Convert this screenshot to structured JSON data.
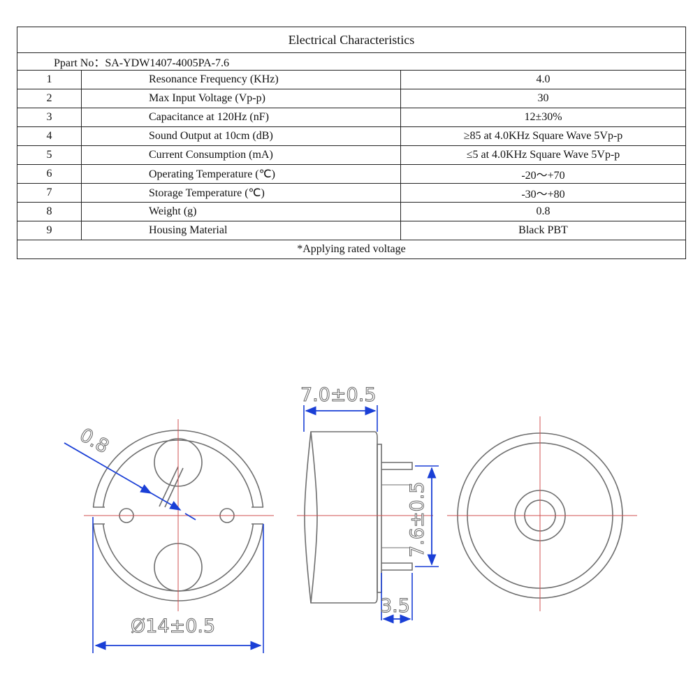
{
  "table": {
    "title": "Electrical Characteristics",
    "part_label": "Ppart No：",
    "part_number": "SA-YDW1407-4005PA-7.6",
    "rows": [
      {
        "no": "1",
        "parameter": "Resonance Frequency (KHz)",
        "value": "4.0"
      },
      {
        "no": "2",
        "parameter": "Max Input Voltage (Vp-p)",
        "value": "30"
      },
      {
        "no": "3",
        "parameter": "Capacitance at 120Hz (nF)",
        "value": "12±30%"
      },
      {
        "no": "4",
        "parameter": "Sound Output at 10cm (dB)",
        "value": "≥85 at 4.0KHz Square Wave 5Vp-p"
      },
      {
        "no": "5",
        "parameter": "Current Consumption (mA)",
        "value": "≤5 at 4.0KHz Square Wave 5Vp-p"
      },
      {
        "no": "6",
        "parameter": "Operating Temperature (℃)",
        "value": "-20～+70"
      },
      {
        "no": "7",
        "parameter": "Storage Temperature (℃)",
        "value": "-30～+80"
      },
      {
        "no": "8",
        "parameter": "Weight (g)",
        "value": "0.8"
      },
      {
        "no": "9",
        "parameter": "Housing Material",
        "value": "Black PBT"
      }
    ],
    "note": "*Applying rated voltage"
  },
  "drawing": {
    "dim_thickness": "0.8",
    "dim_diameter": "Ø14±0.5",
    "dim_height": "7.0±0.5",
    "dim_pin_spacing": "7.6±0.5",
    "dim_pin_length": "3.5",
    "dimension_color": "#1a3fd6",
    "line_color": "#6e6e6e",
    "centerline_color": "#d05050"
  }
}
